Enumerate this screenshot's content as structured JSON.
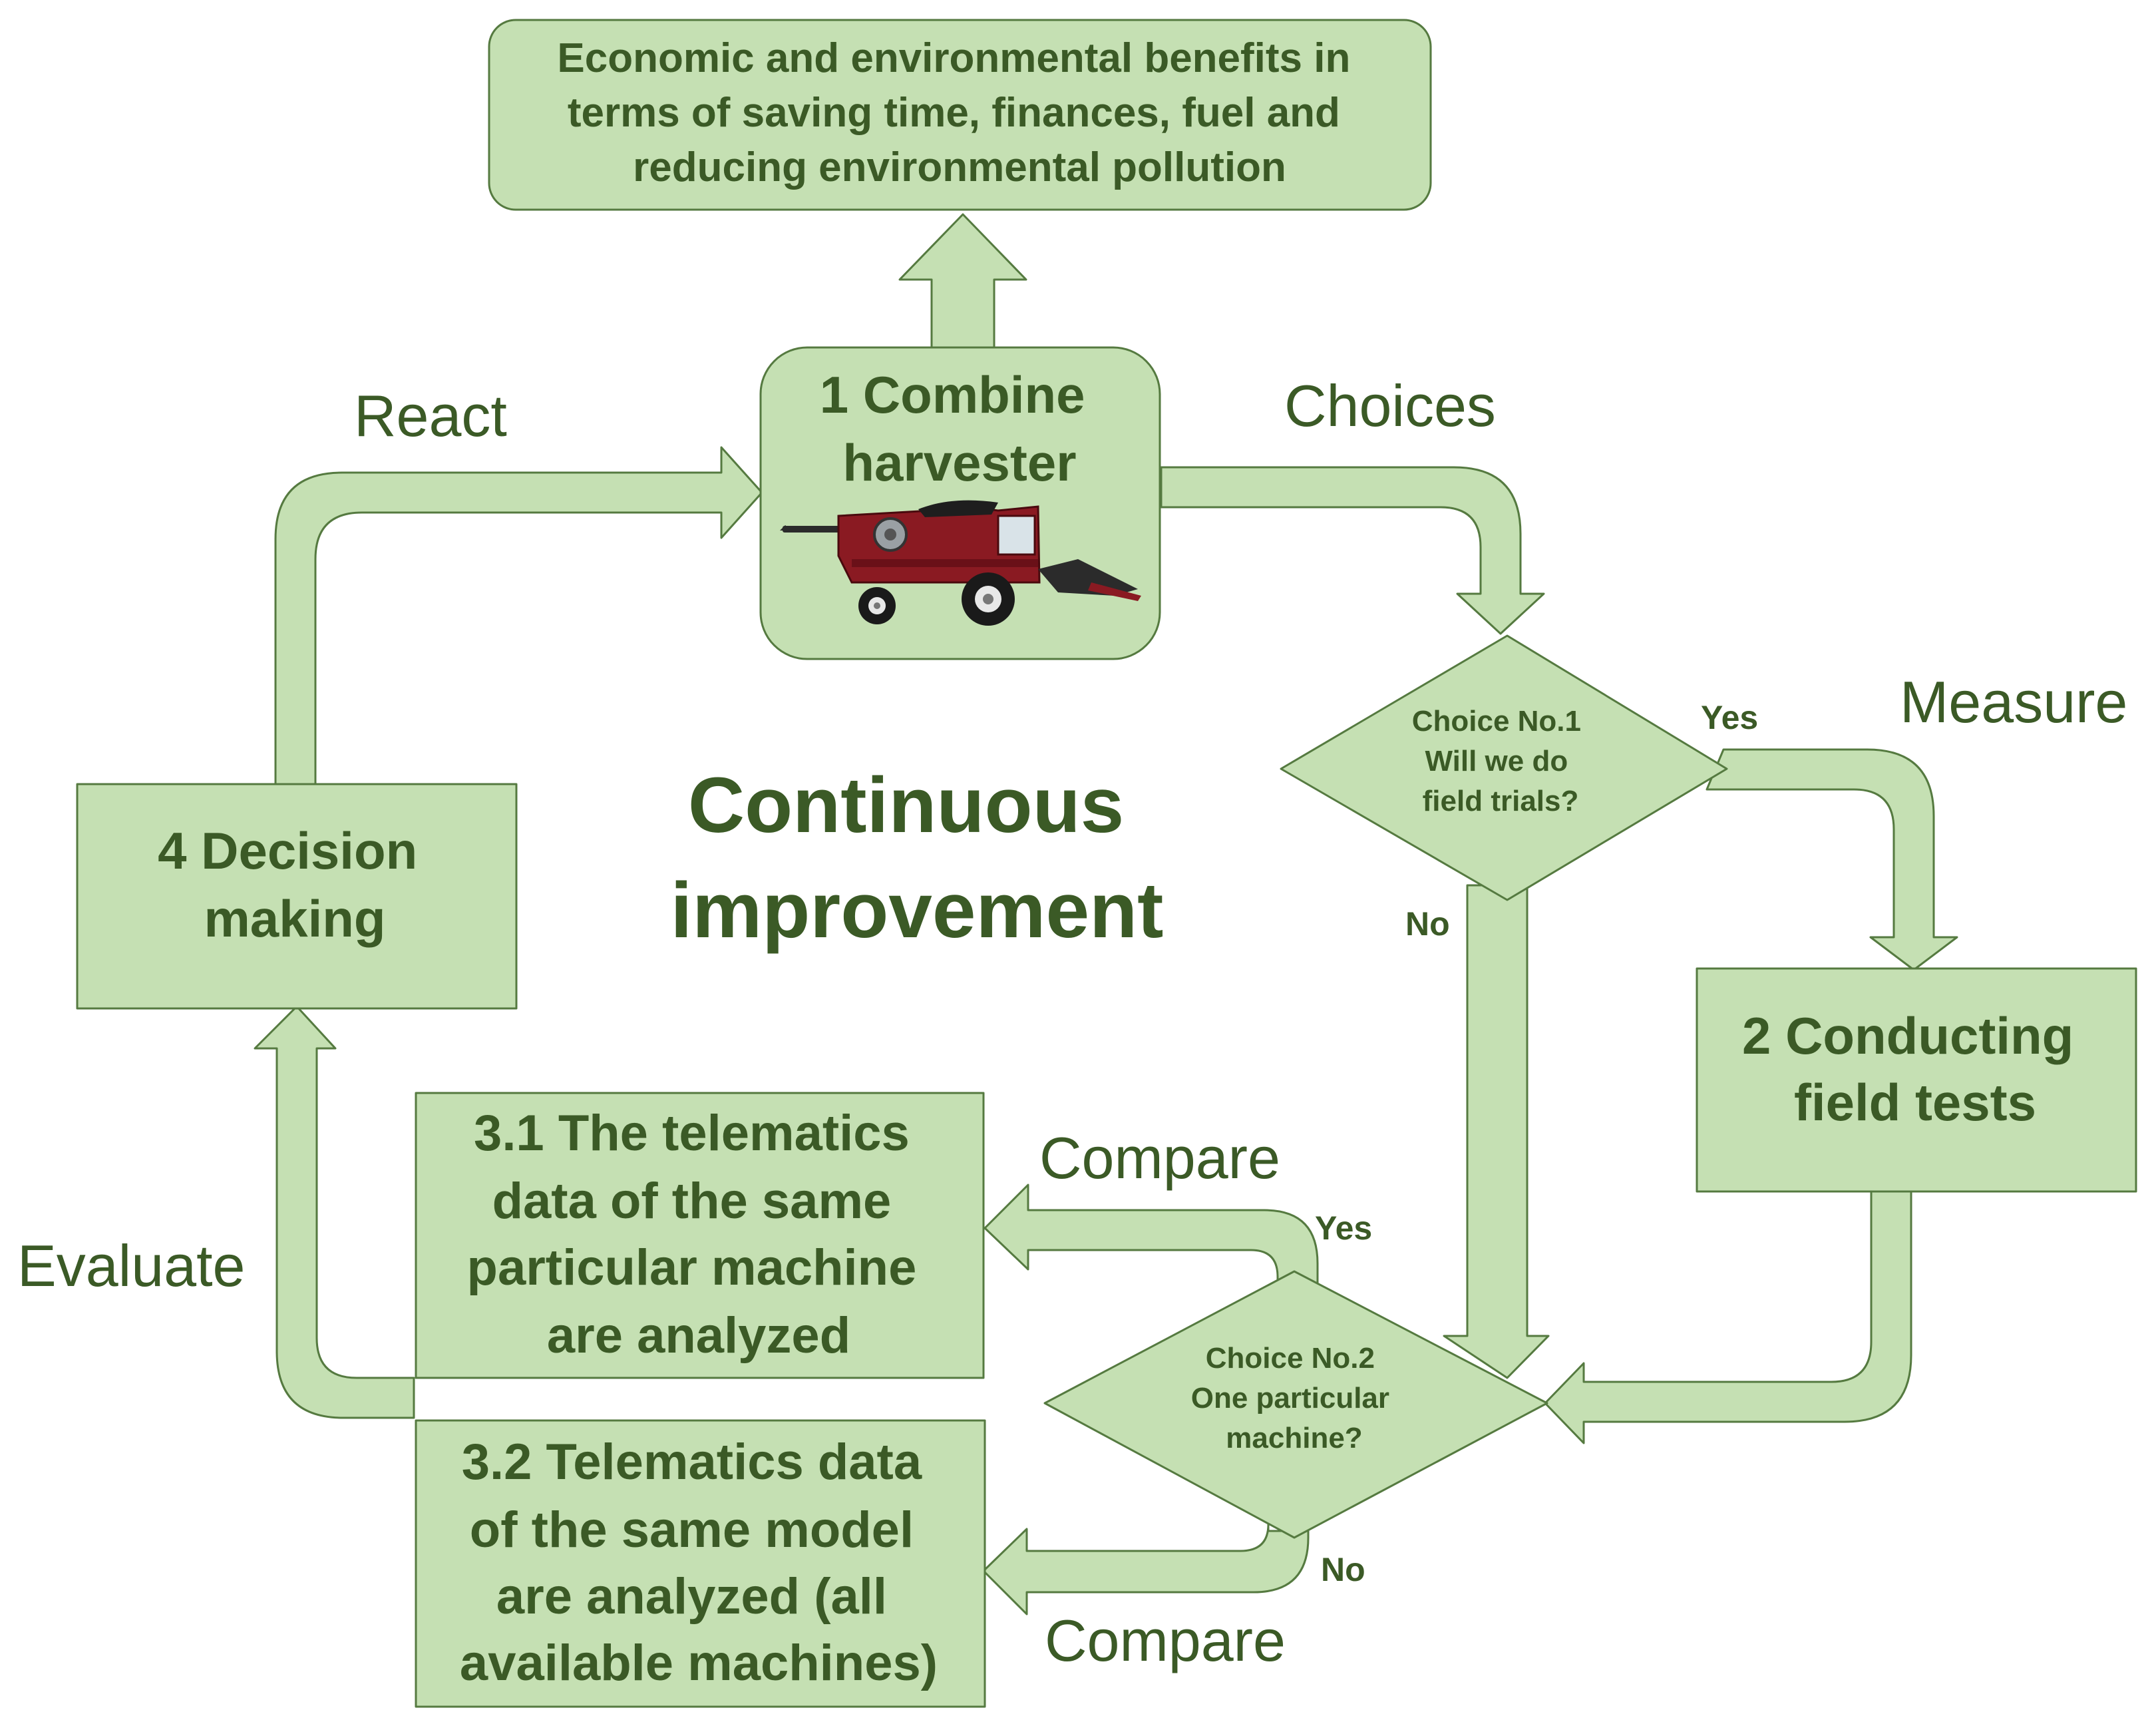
{
  "colors": {
    "fill": "#c5e0b3",
    "stroke": "#557a40",
    "text": "#3b5a26"
  },
  "nodes": {
    "benefits": [
      "Economic and environmental benefits in",
      "terms of saving time, finances, fuel and",
      "reducing environmental pollution"
    ],
    "combine": [
      "1 Combine",
      "harvester"
    ],
    "decision": [
      "4 Decision",
      "making"
    ],
    "field_tests": [
      "2 Conducting",
      "field tests"
    ],
    "telematics_machine": [
      "3.1 The telematics",
      "data of the same",
      "particular machine",
      "are analyzed"
    ],
    "telematics_model": [
      "3.2 Telematics data",
      "of the same model",
      "are analyzed (all",
      "available machines)"
    ],
    "choice1": [
      "Choice No.1",
      "Will we do",
      "field trials?"
    ],
    "choice2": [
      "Choice No.2",
      "One particular",
      "machine?"
    ],
    "center": [
      "Continuous",
      "improvement"
    ]
  },
  "edge_labels": {
    "react": "React",
    "choices": "Choices",
    "measure": "Measure",
    "evaluate": "Evaluate",
    "compare_top": "Compare",
    "compare_bottom": "Compare",
    "yes1": "Yes",
    "no1": "No",
    "yes2": "Yes",
    "no2": "No"
  },
  "icons": {
    "combine": "combine-harvester-icon"
  }
}
